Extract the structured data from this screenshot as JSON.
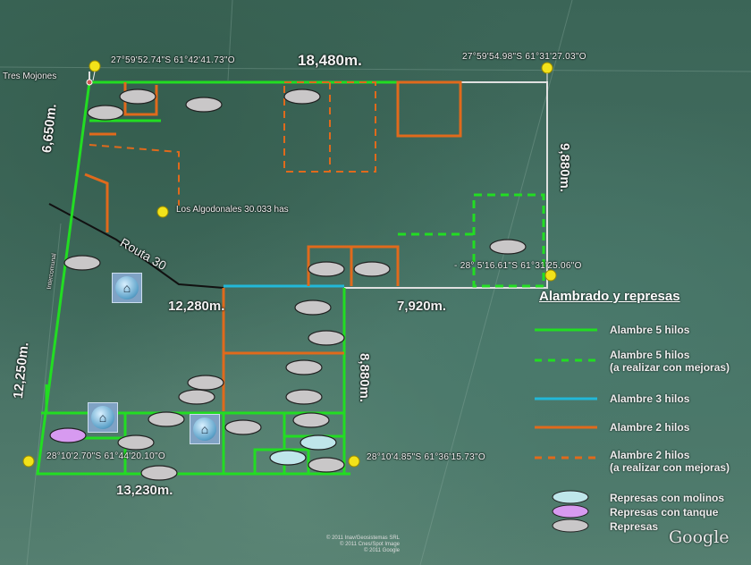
{
  "map": {
    "places": {
      "tres_mojones": "Tres Mojones",
      "los_algodonales": "Los Algodonales 30.033 has",
      "road": "Routa 30",
      "road_small": "Intercomunal"
    },
    "coordinates": [
      "27°59'52.74\"S   61°42'41.73\"O",
      "27°59'54.98\"S   61°31'27.03\"O",
      "- 28° 5'16.61\"S   61°31'25.06\"O",
      "28°10'2.70\"S   61°44'20.10\"O",
      "28°10'4.85\"S   61°36'15.73\"O"
    ],
    "distances": {
      "top": "18,480m.",
      "left_upper": "6,650m.",
      "right_upper": "9,880m.",
      "middle_left": "12,280m.",
      "middle_right": "7,920m.",
      "left_lower": "12,250m.",
      "right_lower": "8,880m.",
      "bottom": "13,230m."
    },
    "colors": {
      "alambre5": "#22dd22",
      "alambre3": "#22b8d8",
      "alambre2": "#e06a1c",
      "boundary": "#dddddd",
      "represa_molino": "#bfe6ea",
      "represa_tanque": "#d79af0",
      "represa": "#c8c8c8"
    }
  },
  "legend": {
    "title": "Alambrado y represas",
    "items": [
      {
        "label": "Alambre 5 hilos",
        "sub": ""
      },
      {
        "label": "Alambre 5 hilos",
        "sub": "(a realizar con mejoras)"
      },
      {
        "label": "Alambre 3 hilos",
        "sub": ""
      },
      {
        "label": "Alambre 2 hilos",
        "sub": ""
      },
      {
        "label": "Alambre 2 hilos",
        "sub": "(a realizar con mejoras)"
      }
    ],
    "represas": [
      "Represas con molinos",
      "Represas con tanque",
      "Represas"
    ]
  },
  "attribution": {
    "brand": "Google",
    "lines": [
      "© 2011 Inav/Geosistemas SRL",
      "© 2011 Cnes/Spot Image",
      "© 2011 Google"
    ]
  }
}
